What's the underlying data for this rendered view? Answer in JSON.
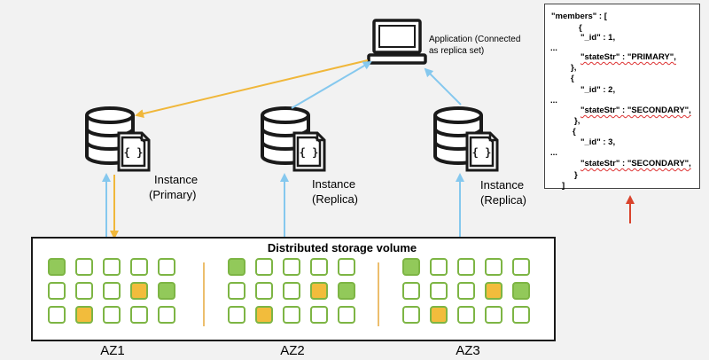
{
  "application": {
    "label_line1": "Application (Connected",
    "label_line2": "as replica set)"
  },
  "instances": [
    {
      "line1": "Instance",
      "line2": "(Primary)"
    },
    {
      "line1": "Instance",
      "line2": "(Replica)"
    },
    {
      "line1": "Instance",
      "line2": "(Replica)"
    }
  ],
  "icon_glyph": "{ }",
  "storage": {
    "title": "Distributed storage volume"
  },
  "azs": [
    "AZ1",
    "AZ2",
    "AZ3"
  ],
  "grid": {
    "rows": [
      [
        "g",
        "e",
        "e",
        "e",
        "e"
      ],
      [
        "e",
        "e",
        "e",
        "y",
        "g"
      ],
      [
        "e",
        "y",
        "e",
        "e",
        "e"
      ]
    ]
  },
  "json_snippet": {
    "l1": "\"members\" : [",
    "l2": "{",
    "l3a": "\"_id\" : 1,",
    "l4": "...",
    "l5a": "\"stateStr\" : \"PRIMARY\",",
    "l6": "},",
    "l7": "{",
    "l8a": "\"_id\" : 2,",
    "l9": "...",
    "l10a": "\"stateStr\" : \"SECONDARY\",",
    "l11": "},",
    "l12": "{",
    "l13a": "\"_id\" : 3,",
    "l14": "...",
    "l15a": "\"stateStr\" : \"SECONDARY\",",
    "l16": "}",
    "l17": "]"
  },
  "colors": {
    "green_fill": "#92c95a",
    "green_border": "#7db544",
    "yellow_fill": "#f2bc3c",
    "blue_arrow": "#85c8ee",
    "orange_arrow": "#f0b73a",
    "red_arrow": "#d9432c",
    "separator": "#e6a93c"
  }
}
